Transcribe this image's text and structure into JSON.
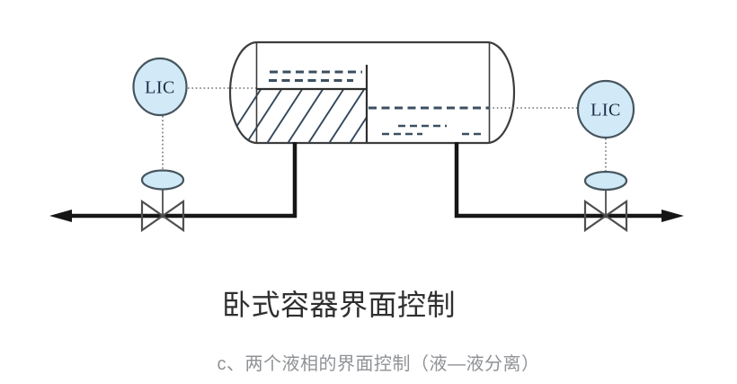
{
  "diagram": {
    "title": "卧式容器界面控制",
    "caption": "c、两个液相的界面控制（液—液分离）",
    "instruments": {
      "left": {
        "label": "LIC",
        "type": "level-indicator-controller"
      },
      "right": {
        "label": "LIC",
        "type": "level-indicator-controller"
      }
    },
    "colors": {
      "vessel_fill": "#cde7f5",
      "instrument_fill": "#d2eaf8",
      "actuator_fill": "#cfe9f7",
      "outline": "#3d3d3d",
      "pipe": "#161616",
      "level_dash": "#3b4f60",
      "signal_dotted": "#6f6f6f",
      "valve_stroke": "#4f4f4f",
      "instrument_text": "#1b2a44",
      "title_text": "#2f2f2f",
      "caption_text": "#8f9296"
    }
  }
}
